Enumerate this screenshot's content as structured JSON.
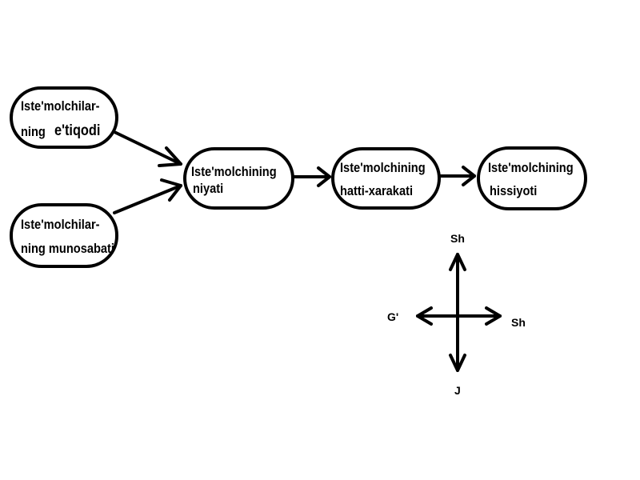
{
  "diagram": {
    "nodes": {
      "belief": {
        "line1": "Iste'molchilar-",
        "line2": "ning",
        "line2b": "e'tiqodi"
      },
      "attitude": {
        "line1": "Iste'molchilar-",
        "line2": "ning munosabati"
      },
      "intention": {
        "line1": "Iste'molchining",
        "line2": "niyati"
      },
      "behavior": {
        "line1": "Iste'molchining",
        "line2": "hatti-xarakati"
      },
      "feeling": {
        "line1": "Iste'molchining",
        "line2": "hissiyoti"
      }
    },
    "compass": {
      "north": "Sh",
      "east": "Sh",
      "south": "J",
      "west": "G'"
    }
  }
}
